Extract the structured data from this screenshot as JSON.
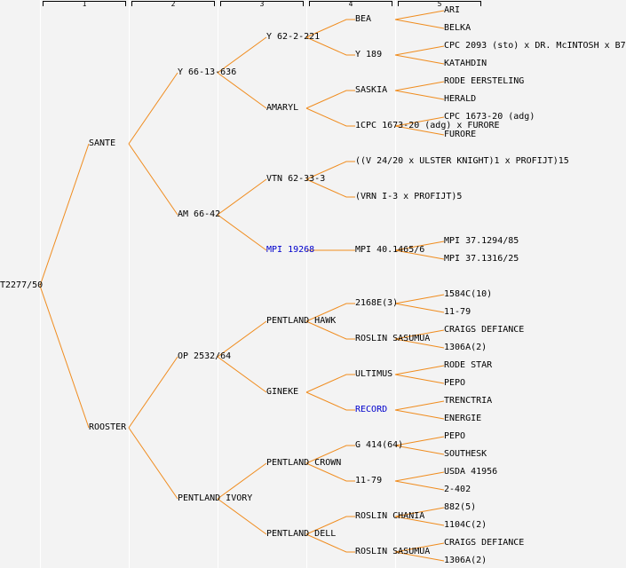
{
  "columns": [
    "1",
    "2",
    "3",
    "4",
    "5"
  ],
  "colors": {
    "line": "#f08c1e",
    "link": "#0000cc",
    "text": "#000000",
    "background": "#f3f3f3"
  },
  "root": {
    "label": "T2277/50",
    "children": [
      {
        "label": "SANTE",
        "children": [
          {
            "label": "Y 66-13-636",
            "children": [
              {
                "label": "Y 62-2-221",
                "children": [
                  {
                    "label": "BEA",
                    "children": [
                      {
                        "label": "ARI"
                      },
                      {
                        "label": "BELKA"
                      }
                    ]
                  },
                  {
                    "label": "Y 189",
                    "children": [
                      {
                        "label": "CPC 2093 (sto) x DR. McINTOSH x B7"
                      },
                      {
                        "label": "KATAHDIN"
                      }
                    ]
                  }
                ]
              },
              {
                "label": "AMARYL",
                "children": [
                  {
                    "label": "SASKIA",
                    "children": [
                      {
                        "label": "RODE EERSTELING"
                      },
                      {
                        "label": "HERALD"
                      }
                    ]
                  },
                  {
                    "label": "1CPC 1673-20 (adg) x FURORE",
                    "children": [
                      {
                        "label": "CPC 1673-20 (adg)"
                      },
                      {
                        "label": "FURORE"
                      }
                    ]
                  }
                ]
              }
            ]
          },
          {
            "label": "AM 66-42",
            "children": [
              {
                "label": "VTN 62-33-3",
                "children": [
                  {
                    "label": "((V 24/20 x ULSTER KNIGHT)1 x PROFIJT)15"
                  },
                  {
                    "label": "(VRN I-3 x PROFIJT)5"
                  }
                ]
              },
              {
                "label": "MPI 19268",
                "link": true,
                "children": [
                  {
                    "label": "MPI 40.1465/6",
                    "children": [
                      {
                        "label": "MPI 37.1294/85"
                      },
                      {
                        "label": "MPI 37.1316/25"
                      }
                    ]
                  }
                ]
              }
            ]
          }
        ]
      },
      {
        "label": "ROOSTER",
        "children": [
          {
            "label": "OP 2532/64",
            "children": [
              {
                "label": "PENTLAND HAWK",
                "children": [
                  {
                    "label": "2168E(3)",
                    "children": [
                      {
                        "label": "1584C(10)"
                      },
                      {
                        "label": "11-79"
                      }
                    ]
                  },
                  {
                    "label": "ROSLIN SASUMUA",
                    "children": [
                      {
                        "label": "CRAIGS DEFIANCE"
                      },
                      {
                        "label": "1306A(2)"
                      }
                    ]
                  }
                ]
              },
              {
                "label": "GINEKE",
                "children": [
                  {
                    "label": "ULTIMUS",
                    "children": [
                      {
                        "label": "RODE STAR"
                      },
                      {
                        "label": "PEPO"
                      }
                    ]
                  },
                  {
                    "label": "RECORD",
                    "link": true,
                    "children": [
                      {
                        "label": "TRENCTRIA"
                      },
                      {
                        "label": "ENERGIE"
                      }
                    ]
                  }
                ]
              }
            ]
          },
          {
            "label": "PENTLAND IVORY",
            "children": [
              {
                "label": "PENTLAND CROWN",
                "children": [
                  {
                    "label": "G 414(64)",
                    "children": [
                      {
                        "label": "PEPO"
                      },
                      {
                        "label": "SOUTHESK"
                      }
                    ]
                  },
                  {
                    "label": "11-79",
                    "children": [
                      {
                        "label": "USDA 41956"
                      },
                      {
                        "label": "2-402"
                      }
                    ]
                  }
                ]
              },
              {
                "label": "PENTLAND DELL",
                "children": [
                  {
                    "label": "ROSLIN CHANIA",
                    "children": [
                      {
                        "label": "882(5)"
                      },
                      {
                        "label": "1104C(2)"
                      }
                    ]
                  },
                  {
                    "label": "ROSLIN SASUMUA",
                    "children": [
                      {
                        "label": "CRAIGS DEFIANCE"
                      },
                      {
                        "label": "1306A(2)"
                      }
                    ]
                  }
                ]
              }
            ]
          }
        ]
      }
    ]
  }
}
